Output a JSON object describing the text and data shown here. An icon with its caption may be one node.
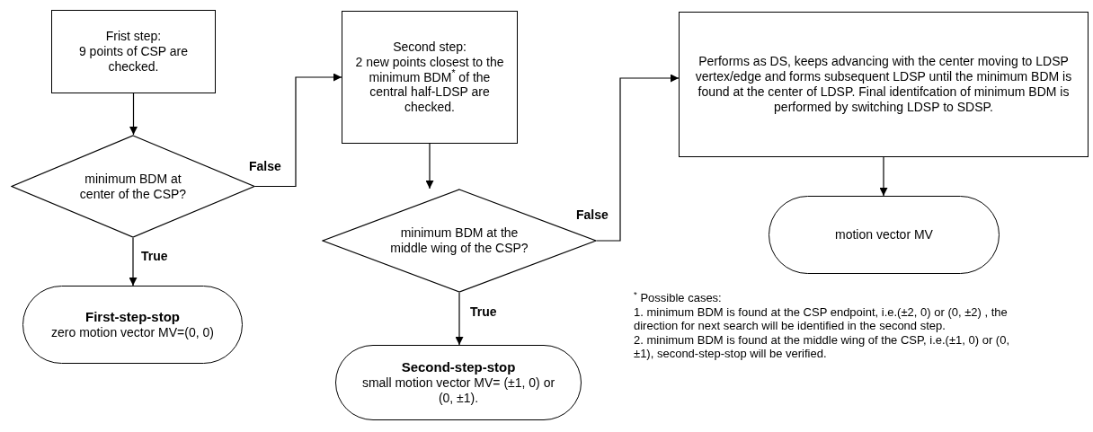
{
  "diagram": {
    "nodes": [
      {
        "text": [
          "Frist step:",
          "9 points of CSP are checked."
        ]
      },
      {
        "text": [
          "minimum BDM at center of the CSP?"
        ]
      },
      {
        "text": [
          "First-step-stop",
          "zero motion vector MV=(0, 0)"
        ]
      },
      {
        "text": [
          "Second step:",
          "2 new points closest to the minimum BDM$^{*}$ of the central half-LDSP are checked."
        ]
      },
      {
        "text": [
          "minimum BDM at the middle wing of the CSP?"
        ]
      },
      {
        "text": [
          "Second-step-stop",
          "small motion vector MV=  (±1, 0) or (0, ±1)."
        ]
      },
      {
        "text": [
          "Performs as DS, keeps advancing with the center moving to LDSP vertex/edge and forms subsequent LDSP until the minimum BDM is found at the center of LDSP. Final identifcation of minimum BDM is performed by switching LDSP to SDSP."
        ]
      },
      {
        "text": [
          "motion vector MV"
        ]
      }
    ],
    "edges": [
      {
        "from": 0,
        "to": 1,
        "arrow": "to"
      },
      {
        "from": 1,
        "to": 3,
        "arrow": "to",
        "label": "False"
      },
      {
        "from": 1,
        "to": 2,
        "arrow": "to",
        "label": "True"
      },
      {
        "from": 3,
        "to": 4,
        "arrow": "to"
      },
      {
        "from": 4,
        "to": 5,
        "arrow": "to",
        "label": "True"
      },
      {
        "from": 4,
        "to": 6,
        "arrow": "to",
        "label": "False"
      },
      {
        "from": 6,
        "to": 7,
        "arrow": "to"
      }
    ],
    "labels": [
      "$^{*}$ Possible cases:",
      "1. minimum BDM is found at the CSP endpoint, i.e.(±2, 0) or (0, ±2) , the direction for next search will be identified in the second step.",
      "2. minimum BDM is found at the middle wing of the CSP, i.e.(±1, 0) or (0, ±1), second-step-stop will be verified."
    ]
  }
}
